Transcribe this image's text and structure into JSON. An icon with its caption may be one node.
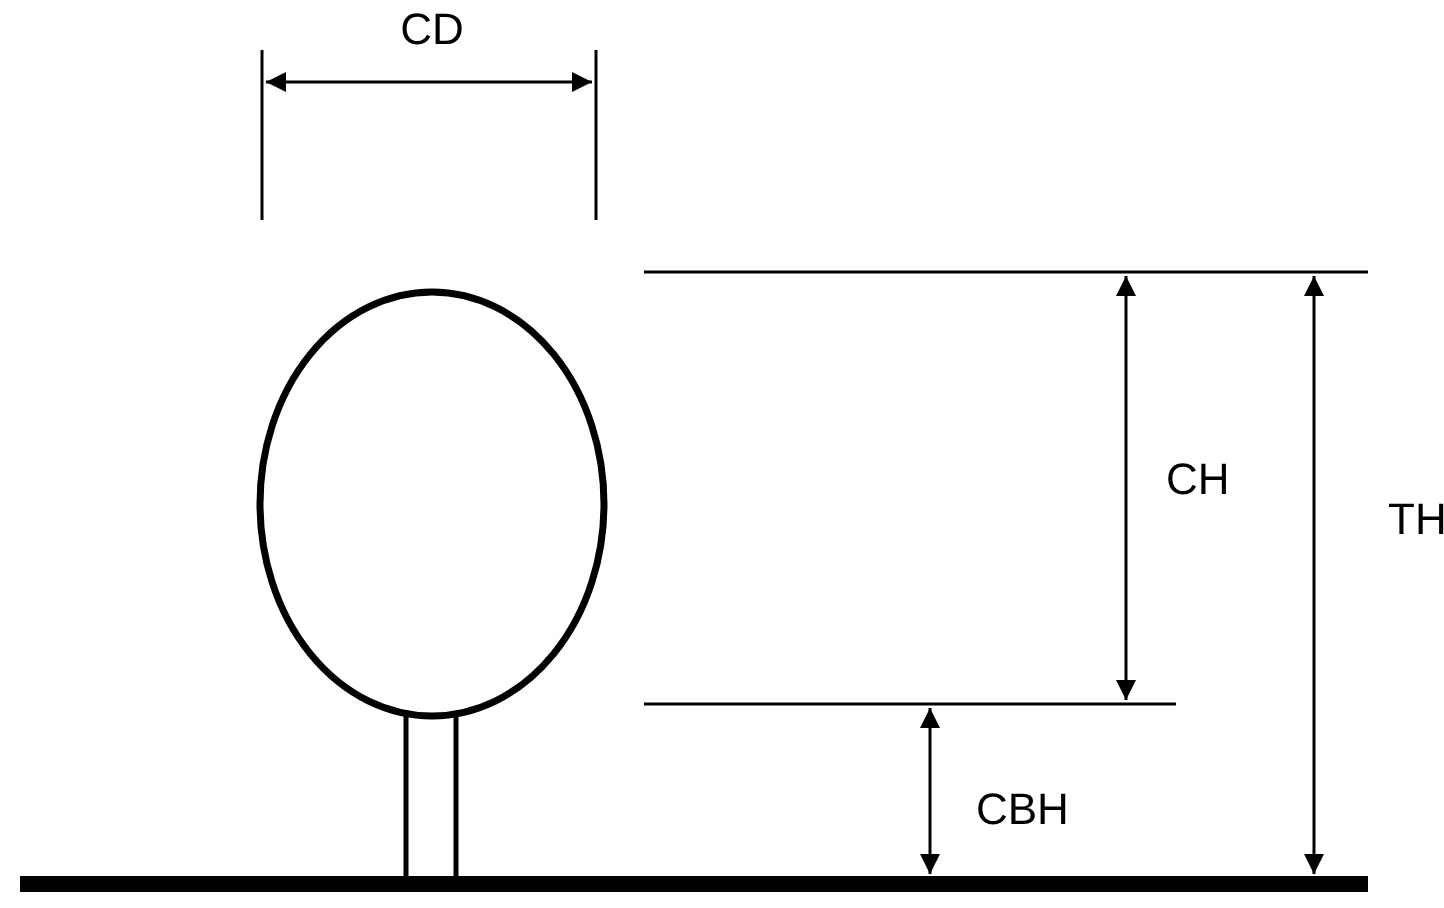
{
  "diagram": {
    "labels": [
      "CD",
      "CH",
      "TH",
      "CBH"
    ]
  }
}
